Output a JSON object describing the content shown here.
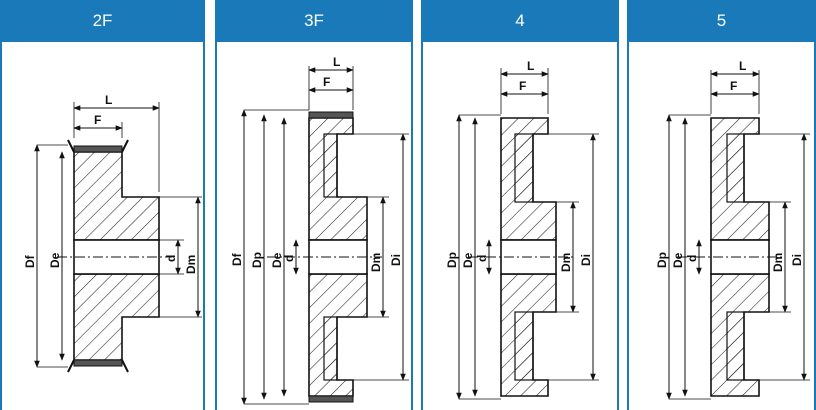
{
  "colors": {
    "header_bg": "#1a79b8",
    "header_text": "#ffffff",
    "outline": "#111111",
    "hatch": "#222222"
  },
  "panels": [
    {
      "title": "2F",
      "labels": {
        "L": "L",
        "F": "F",
        "Df": "Df",
        "De": "De",
        "d": "d",
        "Dm": "Dm"
      }
    },
    {
      "title": "3F",
      "labels": {
        "L": "L",
        "F": "F",
        "Df": "Df",
        "Dp": "Dp",
        "De": "De",
        "d": "d",
        "Dm": "Dm",
        "Di": "Di"
      }
    },
    {
      "title": "4",
      "labels": {
        "L": "L",
        "F": "F",
        "Dp": "Dp",
        "De": "De",
        "d": "d",
        "Dm": "Dm",
        "Di": "Di"
      }
    },
    {
      "title": "5",
      "labels": {
        "L": "L",
        "F": "F",
        "Dp": "Dp",
        "De": "De",
        "d": "d",
        "Dm": "Dm",
        "Di": "Di"
      }
    }
  ]
}
